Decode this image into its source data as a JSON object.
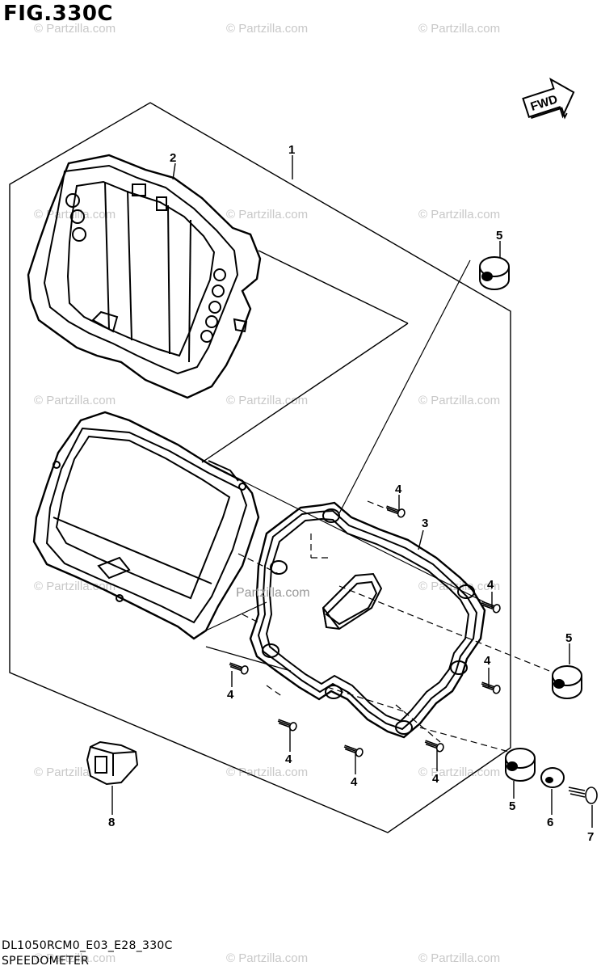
{
  "figure": {
    "title": "FIG.330C",
    "code": "DL1050RCM0_E03_E28_330C",
    "caption": "SPEEDOMETER"
  },
  "fwd_badge": "FWD",
  "watermark": "© Partzilla.com",
  "watermark_center": "Partzilla.com",
  "callouts": {
    "c1": "1",
    "c2": "2",
    "c3": "3",
    "c4a": "4",
    "c4b": "4",
    "c4c": "4",
    "c4d": "4",
    "c4e": "4",
    "c4f": "4",
    "c4g": "4",
    "c5a": "5",
    "c5b": "5",
    "c5c": "5",
    "c6": "6",
    "c7": "7",
    "c8": "8"
  }
}
